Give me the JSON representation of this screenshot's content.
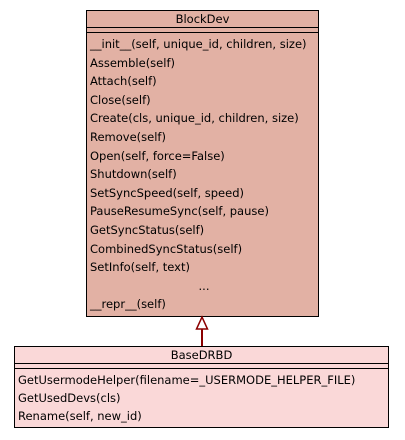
{
  "parent_class": {
    "name": "BlockDev",
    "methods": [
      "__init__(self, unique_id, children, size)",
      "Assemble(self)",
      "Attach(self)",
      "Close(self)",
      "Create(cls, unique_id, children, size)",
      "Remove(self)",
      "Open(self, force=False)",
      "Shutdown(self)",
      "SetSyncSpeed(self, speed)",
      "PauseResumeSync(self, pause)",
      "GetSyncStatus(self)",
      "CombinedSyncStatus(self)",
      "SetInfo(self, text)",
      "...",
      "__repr__(self)"
    ]
  },
  "child_class": {
    "name": "BaseDRBD",
    "methods": [
      "GetUsermodeHelper(filename=_USERMODE_HELPER_FILE)",
      "GetUsedDevs(cls)",
      "Rename(self, new_id)"
    ]
  },
  "relationship": {
    "type": "inheritance",
    "arrow_color": "#8b0000"
  },
  "colors": {
    "parent_fill": "#e2b1a4",
    "child_fill": "#fad8d8",
    "border": "#000000"
  }
}
